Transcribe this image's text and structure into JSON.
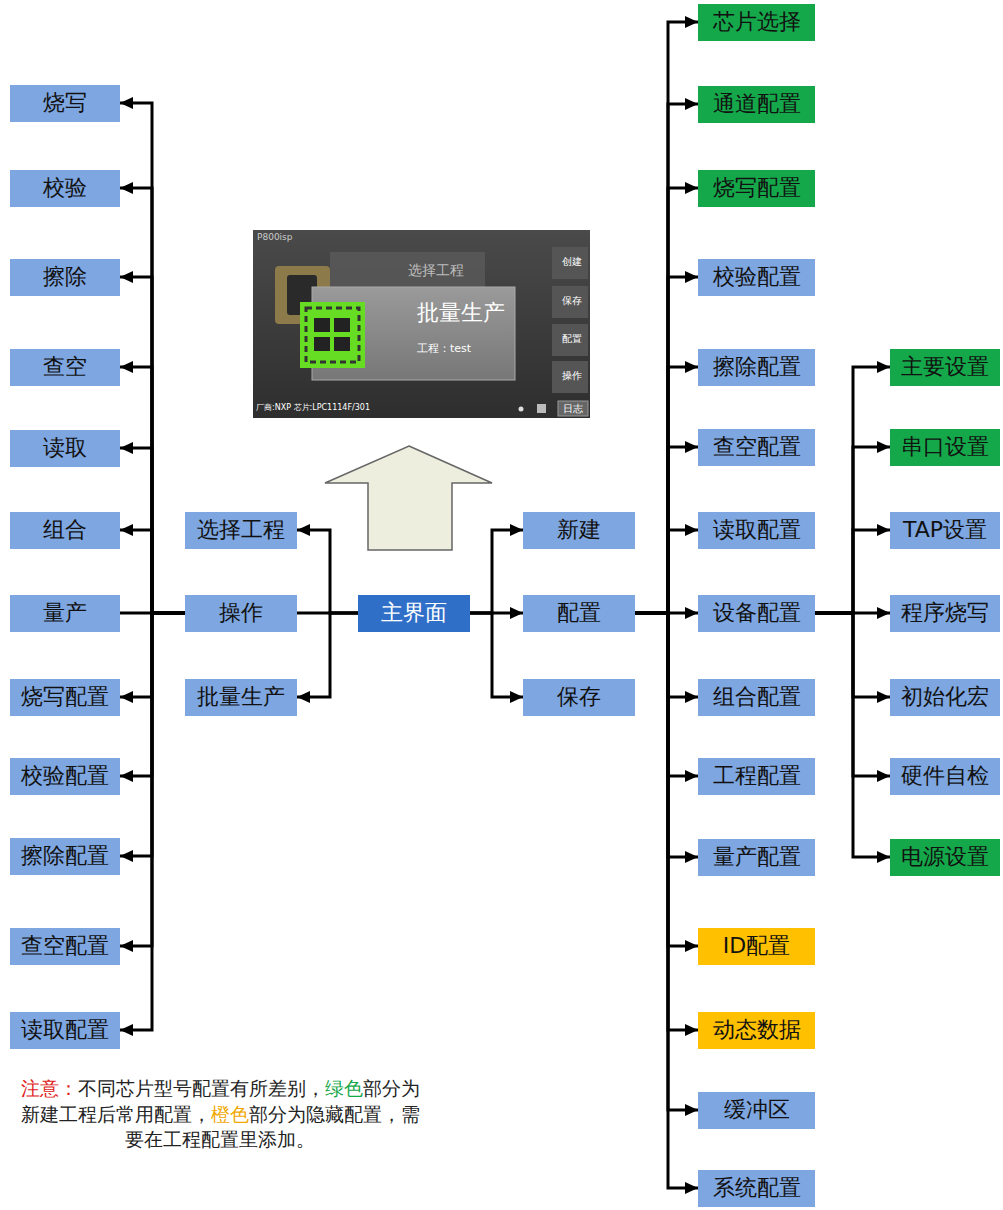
{
  "diagram": {
    "nodes": [
      {
        "text": [
          "烧写"
        ]
      },
      {
        "text": [
          "校验"
        ]
      },
      {
        "text": [
          "擦除"
        ]
      },
      {
        "text": [
          "查空"
        ]
      },
      {
        "text": [
          "读取"
        ]
      },
      {
        "text": [
          "组合"
        ]
      },
      {
        "text": [
          "量产"
        ]
      },
      {
        "text": [
          "烧写配置"
        ]
      },
      {
        "text": [
          "校验配置"
        ]
      },
      {
        "text": [
          "擦除配置"
        ]
      },
      {
        "text": [
          "查空配置"
        ]
      },
      {
        "text": [
          "读取配置"
        ]
      },
      {
        "text": [
          "选择工程"
        ]
      },
      {
        "text": [
          "操作"
        ]
      },
      {
        "text": [
          "批量生产"
        ]
      },
      {
        "text": [
          "主界面"
        ]
      },
      {
        "text": [
          "新建"
        ]
      },
      {
        "text": [
          "配置"
        ]
      },
      {
        "text": [
          "保存"
        ]
      },
      {
        "text": [
          "芯片选择"
        ]
      },
      {
        "text": [
          "通道配置"
        ]
      },
      {
        "text": [
          "烧写配置"
        ]
      },
      {
        "text": [
          "校验配置"
        ]
      },
      {
        "text": [
          "擦除配置"
        ]
      },
      {
        "text": [
          "查空配置"
        ]
      },
      {
        "text": [
          "读取配置"
        ]
      },
      {
        "text": [
          "设备配置"
        ]
      },
      {
        "text": [
          "组合配置"
        ]
      },
      {
        "text": [
          "工程配置"
        ]
      },
      {
        "text": [
          "量产配置"
        ]
      },
      {
        "text": [
          "ID配置"
        ]
      },
      {
        "text": [
          "动态数据"
        ]
      },
      {
        "text": [
          "缓冲区"
        ]
      },
      {
        "text": [
          "系统配置"
        ]
      },
      {
        "text": [
          "主要设置"
        ]
      },
      {
        "text": [
          "串口设置"
        ]
      },
      {
        "text": [
          "TAP设置"
        ]
      },
      {
        "text": [
          "程序烧写"
        ]
      },
      {
        "text": [
          "初始化宏"
        ]
      },
      {
        "text": [
          "硬件自检"
        ]
      },
      {
        "text": [
          "电源设置"
        ]
      }
    ],
    "edges": [
      {
        "from": 13,
        "to": 0,
        "arrow": "to"
      },
      {
        "from": 13,
        "to": 1,
        "arrow": "to"
      },
      {
        "from": 13,
        "to": 2,
        "arrow": "to"
      },
      {
        "from": 13,
        "to": 3,
        "arrow": "to"
      },
      {
        "from": 13,
        "to": 4,
        "arrow": "to"
      },
      {
        "from": 13,
        "to": 5,
        "arrow": "to"
      },
      {
        "from": 13,
        "to": 6,
        "arrow": "none"
      },
      {
        "from": 13,
        "to": 7,
        "arrow": "to"
      },
      {
        "from": 13,
        "to": 8,
        "arrow": "to"
      },
      {
        "from": 13,
        "to": 9,
        "arrow": "to"
      },
      {
        "from": 13,
        "to": 10,
        "arrow": "to"
      },
      {
        "from": 13,
        "to": 11,
        "arrow": "to"
      },
      {
        "from": 15,
        "to": 12,
        "arrow": "to"
      },
      {
        "from": 15,
        "to": 13,
        "arrow": "none"
      },
      {
        "from": 15,
        "to": 14,
        "arrow": "to"
      },
      {
        "from": 15,
        "to": 16,
        "arrow": "to"
      },
      {
        "from": 15,
        "to": 17,
        "arrow": "to"
      },
      {
        "from": 15,
        "to": 18,
        "arrow": "to"
      },
      {
        "from": 17,
        "to": 19,
        "arrow": "to"
      },
      {
        "from": 17,
        "to": 20,
        "arrow": "to"
      },
      {
        "from": 17,
        "to": 21,
        "arrow": "to"
      },
      {
        "from": 17,
        "to": 22,
        "arrow": "to"
      },
      {
        "from": 17,
        "to": 23,
        "arrow": "to"
      },
      {
        "from": 17,
        "to": 24,
        "arrow": "to"
      },
      {
        "from": 17,
        "to": 25,
        "arrow": "to"
      },
      {
        "from": 17,
        "to": 26,
        "arrow": "to"
      },
      {
        "from": 17,
        "to": 27,
        "arrow": "to"
      },
      {
        "from": 17,
        "to": 28,
        "arrow": "to"
      },
      {
        "from": 17,
        "to": 29,
        "arrow": "to"
      },
      {
        "from": 17,
        "to": 30,
        "arrow": "to"
      },
      {
        "from": 17,
        "to": 31,
        "arrow": "to"
      },
      {
        "from": 17,
        "to": 32,
        "arrow": "to"
      },
      {
        "from": 17,
        "to": 33,
        "arrow": "to"
      },
      {
        "from": 26,
        "to": 34,
        "arrow": "to"
      },
      {
        "from": 26,
        "to": 35,
        "arrow": "to"
      },
      {
        "from": 26,
        "to": 36,
        "arrow": "to"
      },
      {
        "from": 26,
        "to": 37,
        "arrow": "to"
      },
      {
        "from": 26,
        "to": 38,
        "arrow": "to"
      },
      {
        "from": 26,
        "to": 39,
        "arrow": "to"
      },
      {
        "from": 26,
        "to": 40,
        "arrow": "to"
      }
    ],
    "labels": [
      "P800isp",
      "选择工程",
      "批量生产",
      "工程：test",
      "创建",
      "保存",
      "配置",
      "操作",
      "厂商:NXP 芯片:LPC1114F/301",
      "日志",
      "注意：",
      "不同芯片型号配置有所差别，",
      "绿色",
      "部分为新建工程后常用配置，",
      "橙色",
      "部分为隐藏配置，需要在工程配置里添加。"
    ]
  }
}
